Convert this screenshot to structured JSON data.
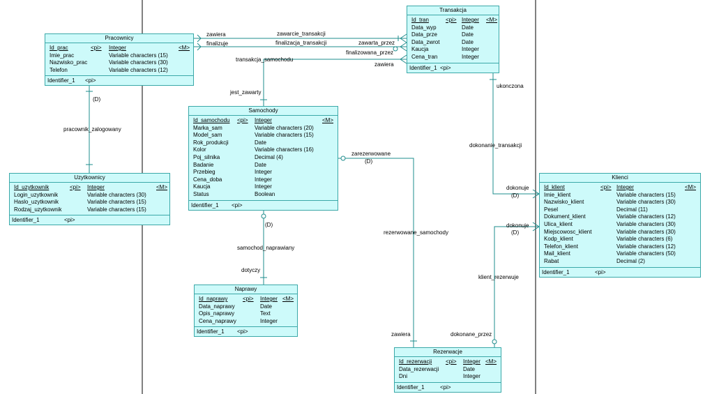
{
  "entities": {
    "pracownicy": {
      "title": "Pracownicy",
      "attrs": [
        {
          "name": "Id_prac",
          "tag": "<pi>",
          "type": "Integer",
          "flag": "<M>"
        },
        {
          "name": "Imie_prac",
          "tag": "",
          "type": "Variable characters (15)",
          "flag": ""
        },
        {
          "name": "Nazwisko_prac",
          "tag": "",
          "type": "Variable characters (30)",
          "flag": ""
        },
        {
          "name": "Telefon",
          "tag": "",
          "type": "Variable characters (12)",
          "flag": ""
        }
      ],
      "identifier": "Identifier_1",
      "identifier_tag": "<pi>"
    },
    "uzytkownicy": {
      "title": "Uzytkownicy",
      "attrs": [
        {
          "name": "Id_uzytkownik",
          "tag": "<pi>",
          "type": "Integer",
          "flag": "<M>"
        },
        {
          "name": "Login_uzytkownik",
          "tag": "",
          "type": "Variable characters (30)",
          "flag": ""
        },
        {
          "name": "Haslo_uzytkownik",
          "tag": "",
          "type": "Variable characters (15)",
          "flag": ""
        },
        {
          "name": "Rodzaj_uzytkownik",
          "tag": "",
          "type": "Variable characters (15)",
          "flag": ""
        }
      ],
      "identifier": "Identifier_1",
      "identifier_tag": "<pi>"
    },
    "transakcja": {
      "title": "Transakcja",
      "attrs": [
        {
          "name": "Id_tran",
          "tag": "<pi>",
          "type": "Integer",
          "flag": "<M>"
        },
        {
          "name": "Data_wyp",
          "tag": "",
          "type": "Date",
          "flag": ""
        },
        {
          "name": "Data_prze",
          "tag": "",
          "type": "Date",
          "flag": ""
        },
        {
          "name": "Data_zwrot",
          "tag": "",
          "type": "Date",
          "flag": ""
        },
        {
          "name": "Kaucja",
          "tag": "",
          "type": "Integer",
          "flag": ""
        },
        {
          "name": "Cena_tran",
          "tag": "",
          "type": "Integer",
          "flag": ""
        }
      ],
      "identifier": "Identifier_1",
      "identifier_tag": "<pi>"
    },
    "samochody": {
      "title": "Samochody",
      "attrs": [
        {
          "name": "Id_samochodu",
          "tag": "<pi>",
          "type": "Integer",
          "flag": "<M>"
        },
        {
          "name": "Marka_sam",
          "tag": "",
          "type": "Variable characters (20)",
          "flag": ""
        },
        {
          "name": "Model_sam",
          "tag": "",
          "type": "Variable characters (15)",
          "flag": ""
        },
        {
          "name": "Rok_produkcji",
          "tag": "",
          "type": "Date",
          "flag": ""
        },
        {
          "name": "Kolor",
          "tag": "",
          "type": "Variable characters (16)",
          "flag": ""
        },
        {
          "name": "Poj_silnika",
          "tag": "",
          "type": "Decimal (4)",
          "flag": ""
        },
        {
          "name": "Badanie",
          "tag": "",
          "type": "Date",
          "flag": ""
        },
        {
          "name": "Przebieg",
          "tag": "",
          "type": "Integer",
          "flag": ""
        },
        {
          "name": "Cena_doba",
          "tag": "",
          "type": "Integer",
          "flag": ""
        },
        {
          "name": "Kaucja",
          "tag": "",
          "type": "Integer",
          "flag": ""
        },
        {
          "name": "Status",
          "tag": "",
          "type": "Boolean",
          "flag": ""
        }
      ],
      "identifier": "Identifier_1",
      "identifier_tag": "<pi>"
    },
    "naprawy": {
      "title": "Naprawy",
      "attrs": [
        {
          "name": "Id_naprawy",
          "tag": "<pi>",
          "type": "Integer",
          "flag": "<M>"
        },
        {
          "name": "Data_naprawy",
          "tag": "",
          "type": "Date",
          "flag": ""
        },
        {
          "name": "Opis_naprawy",
          "tag": "",
          "type": "Text",
          "flag": ""
        },
        {
          "name": "Cena_naprawy",
          "tag": "",
          "type": "Integer",
          "flag": ""
        }
      ],
      "identifier": "Identifier_1",
      "identifier_tag": "<pi>"
    },
    "klienci": {
      "title": "Klienci",
      "attrs": [
        {
          "name": "Id_klient",
          "tag": "<pi>",
          "type": "Integer",
          "flag": "<M>"
        },
        {
          "name": "Imie_klient",
          "tag": "",
          "type": "Variable characters (15)",
          "flag": ""
        },
        {
          "name": "Nazwisko_klient",
          "tag": "",
          "type": "Variable characters (30)",
          "flag": ""
        },
        {
          "name": "Pesel",
          "tag": "",
          "type": "Decimal (11)",
          "flag": ""
        },
        {
          "name": "Dokument_klient",
          "tag": "",
          "type": "Variable characters (12)",
          "flag": ""
        },
        {
          "name": "Ulica_klient",
          "tag": "",
          "type": "Variable characters (30)",
          "flag": ""
        },
        {
          "name": "Miejscowosc_klient",
          "tag": "",
          "type": "Variable characters (30)",
          "flag": ""
        },
        {
          "name": "Kodp_klient",
          "tag": "",
          "type": "Variable characters (6)",
          "flag": ""
        },
        {
          "name": "Telefon_klient",
          "tag": "",
          "type": "Variable characters (12)",
          "flag": ""
        },
        {
          "name": "Mail_klient",
          "tag": "",
          "type": "Variable characters (50)",
          "flag": ""
        },
        {
          "name": "Rabat",
          "tag": "",
          "type": "Decimal (2)",
          "flag": ""
        }
      ],
      "identifier": "Identifier_1",
      "identifier_tag": "<pi>"
    },
    "rezerwacje": {
      "title": "Rezerwacje",
      "attrs": [
        {
          "name": "Id_rezerwacji",
          "tag": "<pi>",
          "type": "Integer",
          "flag": "<M>"
        },
        {
          "name": "Data_rezerwacji",
          "tag": "",
          "type": "Date",
          "flag": ""
        },
        {
          "name": "Dni",
          "tag": "",
          "type": "Integer",
          "flag": ""
        }
      ],
      "identifier": "Identifier_1",
      "identifier_tag": "<pi>"
    }
  },
  "labels": {
    "zawiera1": "zawiera",
    "finalizuje": "finalizuje",
    "zawarcie_transakcji": "zawarcie_transakcji",
    "finalizacja_transakcji": "finalizacja_transakcji",
    "zawarta_przez": "zawarta_przez",
    "finalizowana_przez": "finalizowana_przez",
    "transakcja_samochodu": "transakcja_samochodu",
    "zawiera2": "zawiera",
    "jest_zawarty": "jest_zawarty",
    "ukonczona": "ukonczona",
    "dokonanie_transakcji": "dokonanie_transakcji",
    "dokonuje1": "dokonuje",
    "d_kl1": "(D)",
    "dokonuje2": "dokonuje",
    "d_kl2": "(D)",
    "klient_rezerwuje": "klient_rezerwuje",
    "dokonane_przez": "dokonane_przez",
    "d_prac": "(D)",
    "pracownik_zalogowany": "pracownik_zalogowany",
    "zarezerwowane": "zarezerwowane",
    "d_sam": "(D)",
    "rezerwowane_samochody": "rezerwowane_samochody",
    "zawiera3": "zawiera",
    "d_napr": "(D)",
    "samochod_naprawiany": "samochod_naprawiany",
    "dotyczy": "dotyczy"
  },
  "colors": {
    "line": "#1e8c8c",
    "fill": "#cdfafa",
    "border": "#3aa8a8"
  }
}
